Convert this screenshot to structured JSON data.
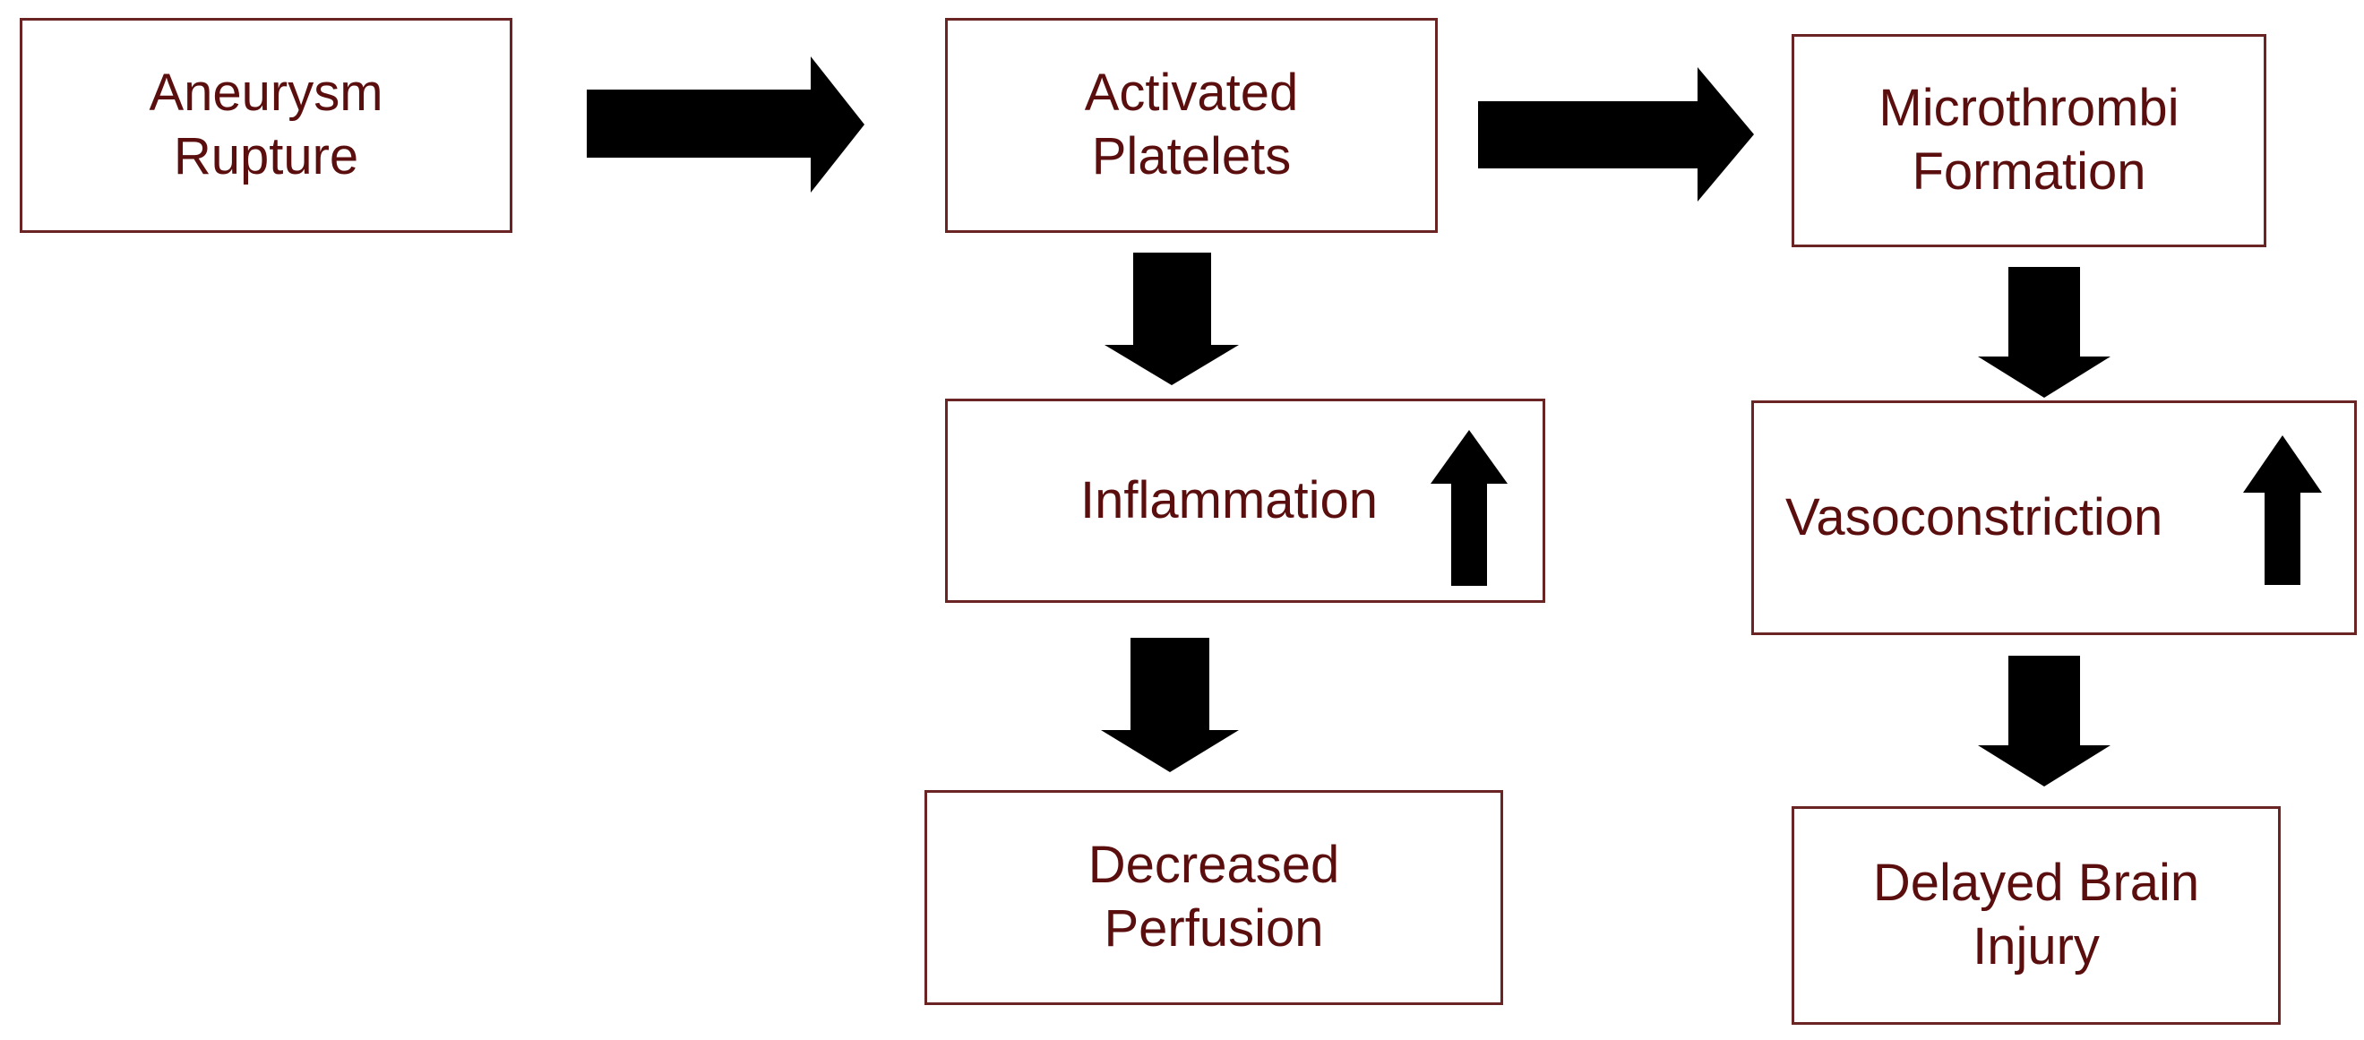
{
  "nodes": {
    "aneurysm_rupture": "Aneurysm\nRupture",
    "activated_platelets": "Activated\nPlatelets",
    "microthrombi_formation": "Microthrombi\nFormation",
    "inflammation": "Inflammation",
    "vasoconstriction": "Vasoconstriction",
    "decreased_perfusion": "Decreased\nPerfusion",
    "delayed_brain_injury": "Delayed Brain\nInjury"
  },
  "edges": [
    {
      "from": "aneurysm_rupture",
      "to": "activated_platelets"
    },
    {
      "from": "activated_platelets",
      "to": "microthrombi_formation"
    },
    {
      "from": "activated_platelets",
      "to": "inflammation"
    },
    {
      "from": "microthrombi_formation",
      "to": "vasoconstriction"
    },
    {
      "from": "inflammation",
      "to": "decreased_perfusion"
    },
    {
      "from": "vasoconstriction",
      "to": "delayed_brain_injury"
    }
  ],
  "indicators": {
    "inflammation": "increase-arrow",
    "vasoconstriction": "increase-arrow"
  },
  "colors": {
    "border": "#6b2424",
    "text": "#5a0e0e",
    "arrow": "#000000"
  }
}
